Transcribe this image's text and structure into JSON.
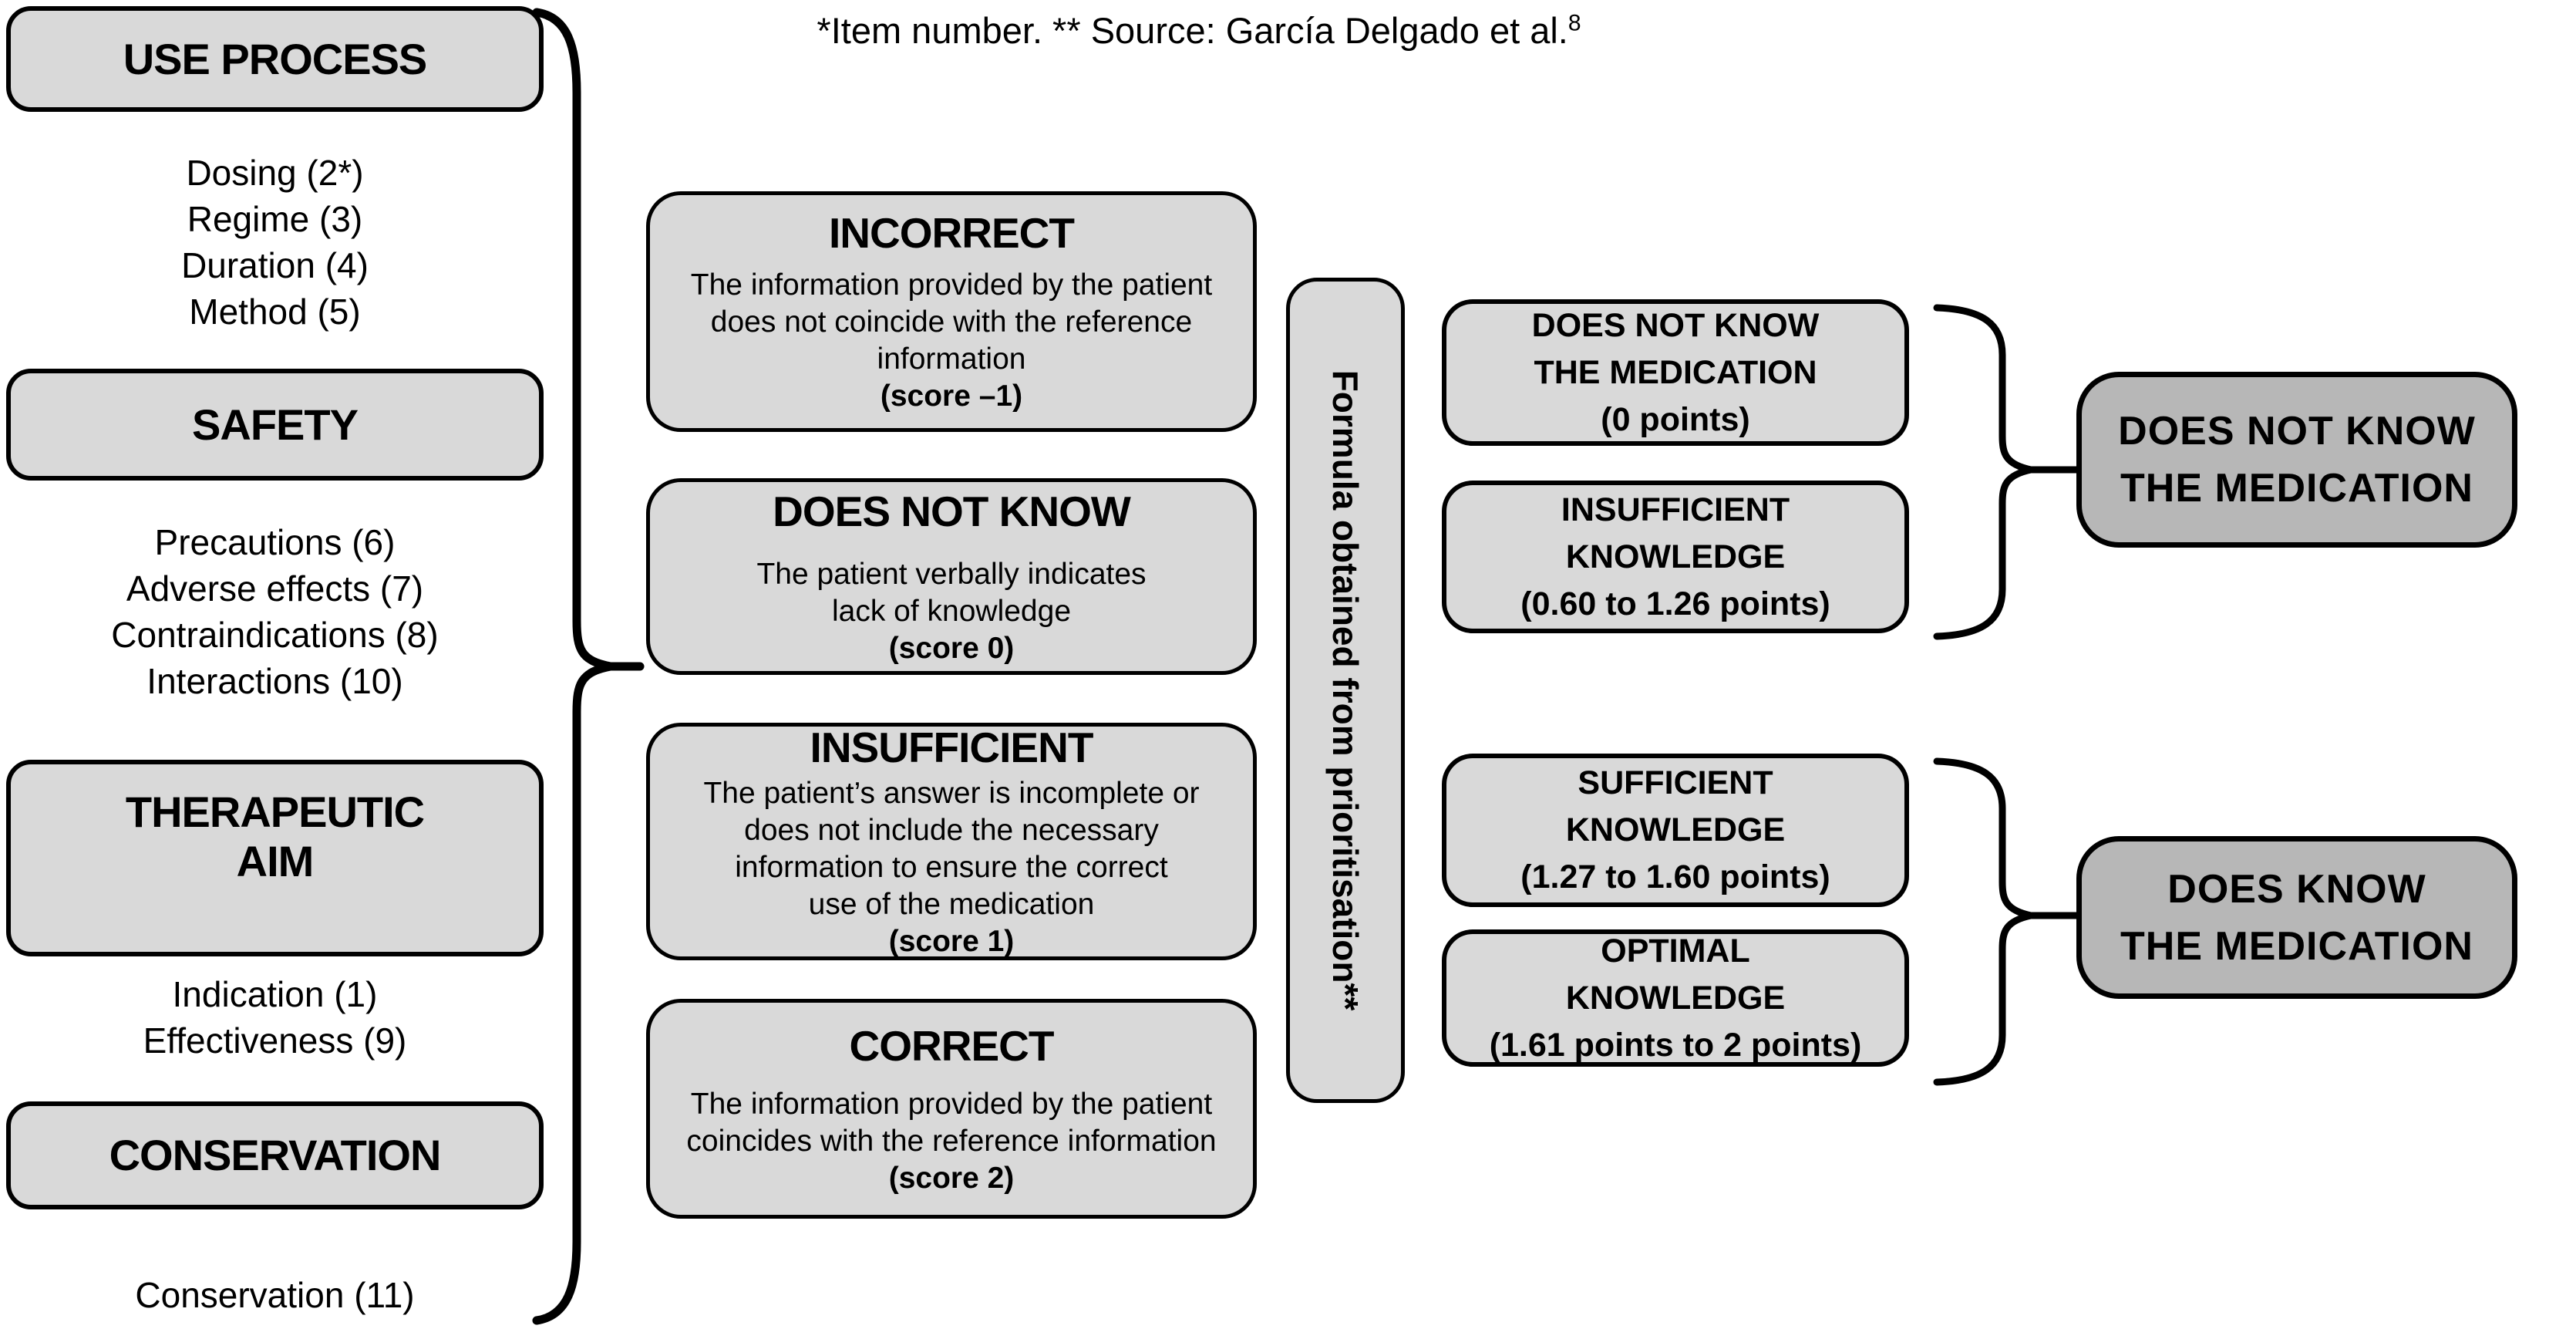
{
  "figure": {
    "note": {
      "text": "*Item number. ** Source: García Delgado et al.",
      "superscript": "8"
    },
    "left_column": {
      "sections": [
        {
          "title_lines": [
            "USE PROCESS"
          ],
          "items": [
            "Dosing (2*)",
            "Regime (3)",
            "Duration (4)",
            "Method (5)"
          ]
        },
        {
          "title_lines": [
            "SAFETY"
          ],
          "items": [
            "Precautions (6)",
            "Adverse effects (7)",
            "Contraindications (8)",
            "Interactions (10)"
          ]
        },
        {
          "title_lines": [
            "THERAPEUTIC",
            "AIM"
          ],
          "items": [
            "Indication (1)",
            "Effectiveness (9)"
          ]
        },
        {
          "title_lines": [
            "CONSERVATION"
          ],
          "items": [
            "Conservation (11)"
          ]
        }
      ]
    },
    "score_boxes": [
      {
        "title": "INCORRECT",
        "body_lines": [
          "The information provided by the patient",
          "does not coincide with the reference",
          "information"
        ],
        "score": "(score –1)"
      },
      {
        "title": "DOES NOT KNOW",
        "body_lines": [
          "The patient verbally indicates",
          "lack of knowledge"
        ],
        "score": "(score 0)"
      },
      {
        "title": "INSUFFICIENT",
        "body_lines": [
          "The patient’s answer is incomplete or",
          "does not include the necessary",
          "information to ensure the correct",
          "use of the medication"
        ],
        "score": "(score 1)"
      },
      {
        "title": "CORRECT",
        "body_lines": [
          "The information provided by the patient",
          "coincides with the reference information"
        ],
        "score": "(score 2)"
      }
    ],
    "formula_box": {
      "label": "Formula obtained from prioritisation**"
    },
    "range_boxes": [
      {
        "lines": [
          "DOES NOT KNOW",
          "THE MEDICATION",
          "(0 points)"
        ]
      },
      {
        "lines": [
          "INSUFFICIENT",
          "KNOWLEDGE",
          "(0.60 to 1.26 points)"
        ]
      },
      {
        "lines": [
          "SUFFICIENT",
          "KNOWLEDGE",
          "(1.27 to 1.60 points)"
        ]
      },
      {
        "lines": [
          "OPTIMAL",
          "KNOWLEDGE",
          "(1.61 points to 2 points)"
        ]
      }
    ],
    "outcome_boxes": [
      {
        "lines": [
          "DOES NOT KNOW",
          "THE MEDICATION"
        ]
      },
      {
        "lines": [
          "DOES KNOW",
          "THE MEDICATION"
        ]
      }
    ],
    "colors": {
      "light_box_fill": "#d9d9d9",
      "dark_box_fill": "#b7b7b7",
      "border": "#000000",
      "background": "#ffffff",
      "text": "#000000"
    }
  }
}
